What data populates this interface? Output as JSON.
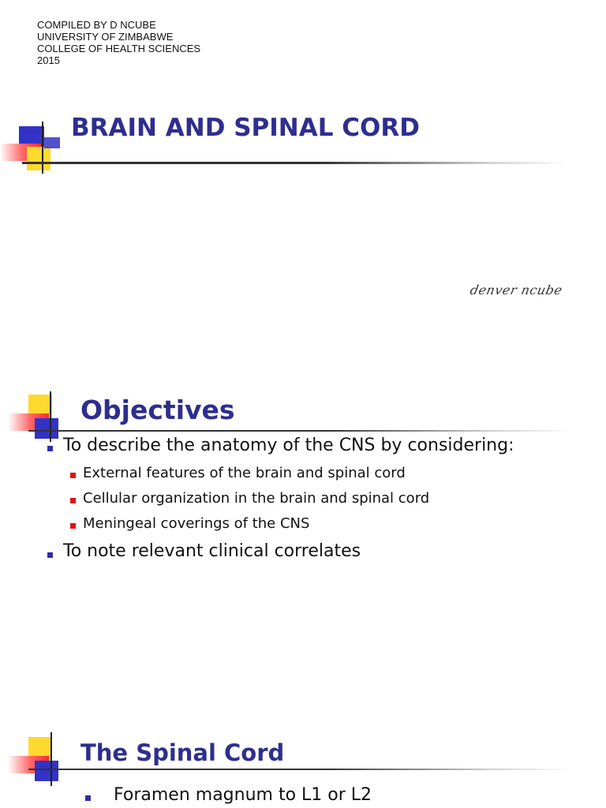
{
  "header": {
    "credit_lines": [
      "COMPILED BY D NCUBE",
      "UNIVERSITY OF ZIMBABWE",
      "COLLEGE OF HEALTH SCIENCES",
      "2015"
    ]
  },
  "slide1": {
    "title": "BRAIN AND SPINAL CORD",
    "signature": "denver ncube"
  },
  "slide2": {
    "title": "Objectives",
    "bullets": [
      "To describe the anatomy of the CNS by considering:",
      "External features of the brain and spinal cord",
      "Cellular organization in the brain and spinal cord",
      "Meningeal coverings of the CNS",
      "To note relevant clinical correlates"
    ]
  },
  "slide3": {
    "title": "The Spinal Cord",
    "bullets": [
      "Foramen magnum to L1 or L2"
    ]
  },
  "colors": {
    "title": "#2e2e8f",
    "bullet_blue": "#2e2ea8",
    "bullet_red": "#e01010",
    "accent_yellow": "#ffd92e",
    "accent_blue": "#3232c8",
    "accent_red": "#ff2b2b"
  }
}
